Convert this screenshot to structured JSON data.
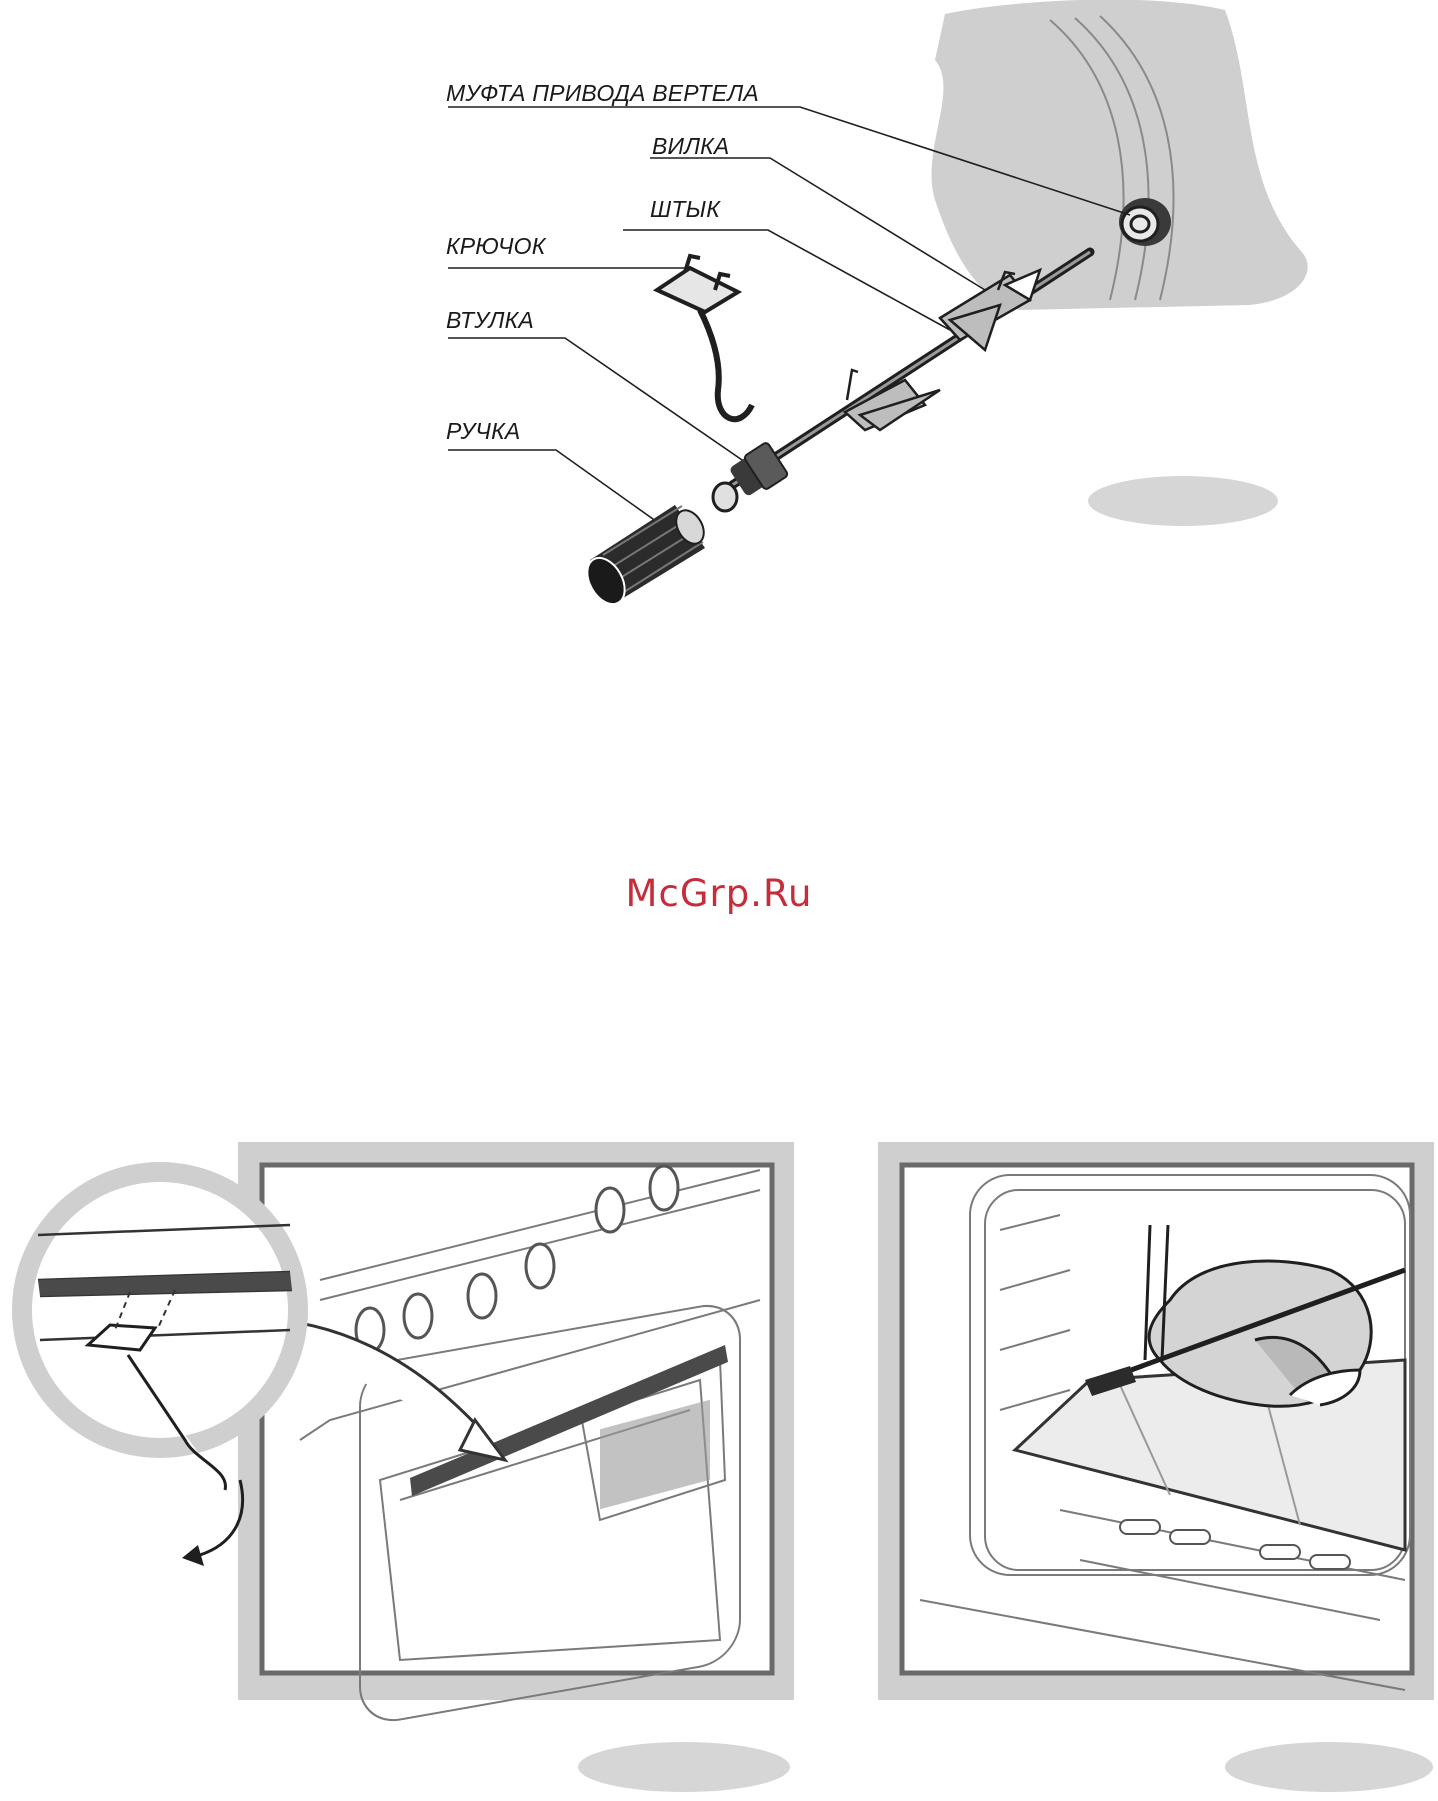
{
  "callouts": {
    "coupling": "МУФТА ПРИВОДА ВЕРТЕЛА",
    "fork": "ВИЛКА",
    "spit": "ШТЫК",
    "hook": "КРЮЧОК",
    "bushing": "ВТУЛКА",
    "handle": "РУЧКА"
  },
  "watermark": "McGrp.Ru",
  "colors": {
    "panel_gray": "#cfcfcf",
    "line_dark": "#1f1f1f",
    "watermark_red": "#c62d3a",
    "oval_gray": "#d6d6d6"
  }
}
